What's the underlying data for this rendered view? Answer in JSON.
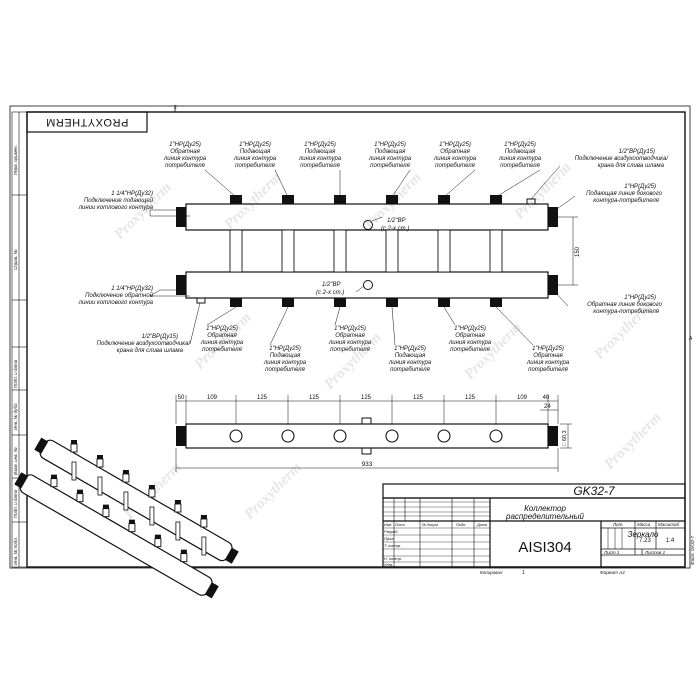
{
  "brand": "PROXYTHERM",
  "watermark": "Proxytherm",
  "sheet_marks": {
    "top": "2",
    "bottom_left": "2",
    "bottom_right": "1",
    "right": "A"
  },
  "side_labels": [
    "Перв. примен.",
    "Справ. №",
    "Подп. и дата",
    "Инв. № дубл.",
    "Взам. инв. №",
    "Подп. и дата",
    "Инв. № подл."
  ],
  "callouts": {
    "top_outlet": [
      "1\"НР(Ду25)",
      "Обратная",
      "линия контура",
      "потребителя"
    ],
    "top_outlet_supply": [
      "1\"НР(Ду25)",
      "Подающая",
      "линия контура",
      "потребителя"
    ],
    "bottom_outlet_return": [
      "1\"НР(Ду25)",
      "Обратная",
      "линия контура",
      "потребителя"
    ],
    "bottom_outlet_supply": [
      "1\"НР(Ду25)",
      "Подающая",
      "линия контура",
      "потребителя"
    ],
    "inlet_supply": [
      "1 1/4\"НР(Ду32)",
      "Подключение подающей",
      "линии котлового контура"
    ],
    "inlet_return": [
      "1 1/4\"НР(Ду32)",
      "Подключение обратной",
      "линии котлового контура"
    ],
    "vent_right": [
      "1/2\"ВР(Ду15)",
      "Подключение воздухоотводчика/",
      "крана для слива шлама"
    ],
    "vent_left": [
      "1/2\"ВР(Ду15)",
      "Подключение воздухоотводчика/",
      "крана для слива шлама"
    ],
    "side_supply": [
      "1\"НР(Ду25)",
      "Подающая линия бокового",
      "контура-потребителя"
    ],
    "side_return": [
      "1\"НР(Ду25)",
      "Обратная линия бокового",
      "контура-потребителя"
    ],
    "sensor_top": [
      "1/2\"ВР",
      "(с 2-х ст.)"
    ],
    "sensor_bottom": [
      "1/2\"ВР",
      "(с 2-х ст.)"
    ]
  },
  "dims": {
    "spacing": [
      "50",
      "109",
      "125",
      "125",
      "125",
      "125",
      "125",
      "109",
      "40"
    ],
    "total": "933",
    "height_between": "150",
    "side_offset": "24",
    "pipe_dia": "□ 60,3"
  },
  "title_block": {
    "code": "GK32-7",
    "name": [
      "Коллектор",
      "распределительный"
    ],
    "material": "AISI304",
    "finish": "Зеркало",
    "col_heads": [
      "Изм.",
      "Лист",
      "№ докум.",
      "Подп.",
      "Дата"
    ],
    "rows": [
      "Разраб.",
      "Пров.",
      "Т. контр.",
      "",
      "Н. контр.",
      "Утв."
    ],
    "lit": "Лит.",
    "mass": "Масса",
    "scale_head": "Масштаб",
    "mass_val": "7.23",
    "scale_val": "1:4",
    "sheet": "Лист 1",
    "sheets": "Листов 1",
    "copied": "Копировал",
    "format": "Формат А3",
    "file": "Файл: GK32-7"
  }
}
